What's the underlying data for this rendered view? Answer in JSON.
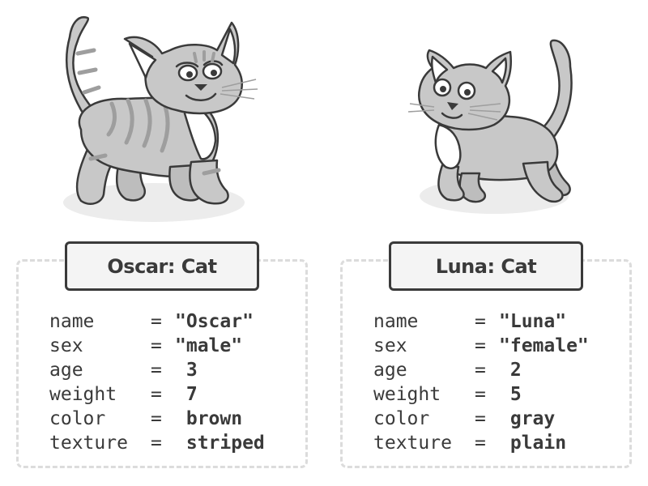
{
  "objects": [
    {
      "title": "Oscar: Cat",
      "attributes": [
        {
          "key": "name",
          "eq": "=",
          "value": "\"Oscar\""
        },
        {
          "key": "sex",
          "eq": "=",
          "value": "\"male\""
        },
        {
          "key": "age",
          "eq": "=",
          "value": " 3"
        },
        {
          "key": "weight",
          "eq": "=",
          "value": " 7"
        },
        {
          "key": "color",
          "eq": "=",
          "value": " brown"
        },
        {
          "key": "texture",
          "eq": "=",
          "value": " striped"
        }
      ]
    },
    {
      "title": "Luna: Cat",
      "attributes": [
        {
          "key": "name",
          "eq": "=",
          "value": "\"Luna\""
        },
        {
          "key": "sex",
          "eq": "=",
          "value": "\"female\""
        },
        {
          "key": "age",
          "eq": "=",
          "value": " 2"
        },
        {
          "key": "weight",
          "eq": "=",
          "value": " 5"
        },
        {
          "key": "color",
          "eq": "=",
          "value": " gray"
        },
        {
          "key": "texture",
          "eq": "=",
          "value": " plain"
        }
      ]
    }
  ],
  "colors": {
    "outline": "#3a3a3a",
    "striped_cat_fill": "#c8c8c8",
    "stripe": "#9e9e9e",
    "plain_cat_fill": "#c8c8c8",
    "chest": "#ffffff",
    "shadow": "#ececec",
    "dashed_border": "#dcdcdc"
  },
  "icons": [
    "striped-cat-illustration",
    "plain-cat-illustration"
  ]
}
